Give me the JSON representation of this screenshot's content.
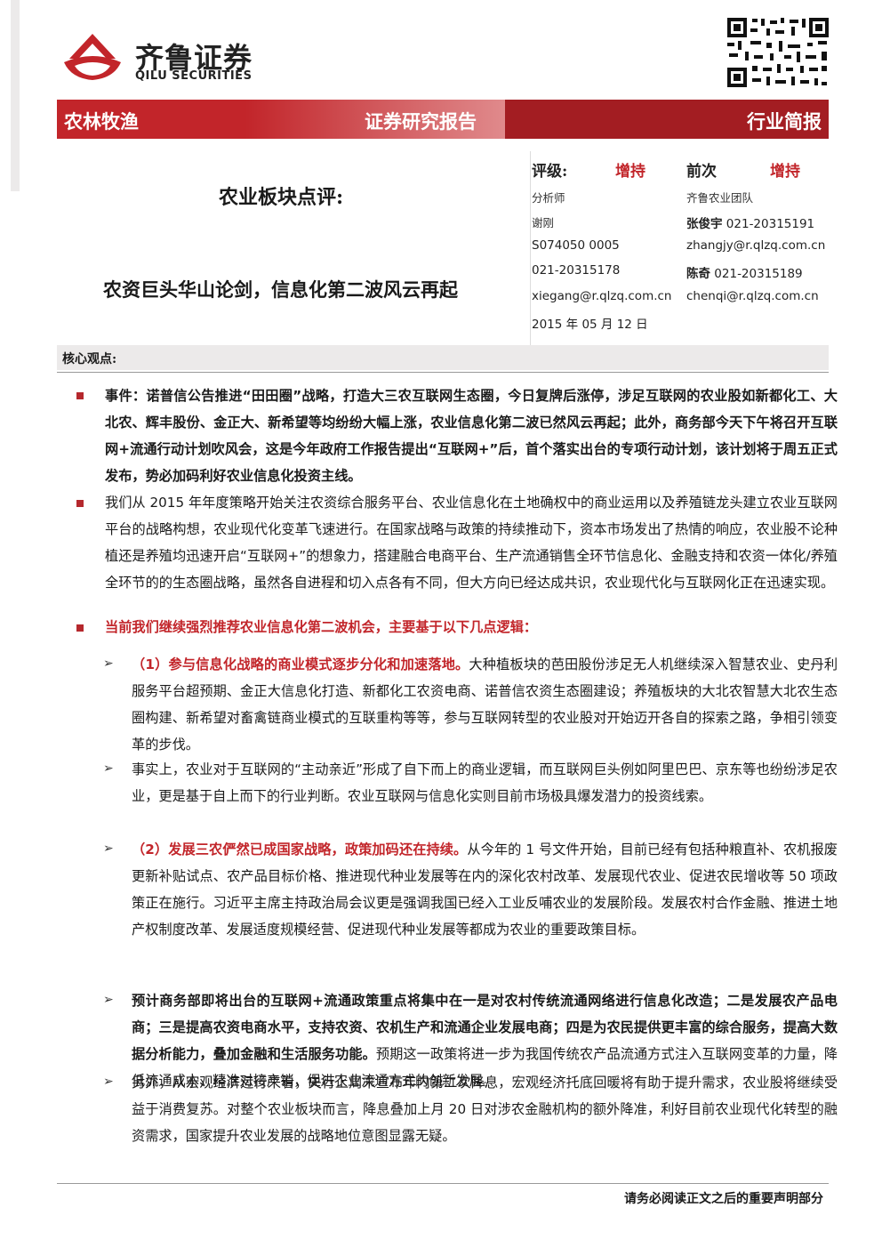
{
  "logo": {
    "name_cn": "齐鲁证券",
    "name_en": "QILU SECURITIES"
  },
  "band": {
    "sector": "农林牧渔",
    "report_type": "证券研究报告",
    "report_kind": "行业简报"
  },
  "title": {
    "main": "农业板块点评:",
    "sub": "农资巨头华山论剑，信息化第二波风云再起"
  },
  "rating": {
    "label": "评级:",
    "value": "增持",
    "prev_label": "前次",
    "prev_value": "增持"
  },
  "analyst": {
    "role": "分析师",
    "name": "谢刚",
    "cert": "S074050  0005",
    "phone": "021-20315178",
    "email": "xiegang@r.qlzq.com.cn",
    "date": "2015 年 05 月 12 日"
  },
  "team": {
    "name": "齐鲁农业团队",
    "m1_name": "张俊宇",
    "m1_phone": "021-20315191",
    "m1_email": "zhangjy@r.qlzq.com.cn",
    "m2_name": "陈奇",
    "m2_phone": "021-20315189",
    "m2_email": "chenqi@r.qlzq.com.cn"
  },
  "core": {
    "label": "核心观点:",
    "p1": "事件：诺普信公告推进“田田圈”战略，打造大三农互联网生态圈，今日复牌后涨停，涉足互联网的农业股如新都化工、大北农、辉丰股份、金正大、新希望等均纷纷大幅上涨，农业信息化第二波已然风云再起；此外，商务部今天下午将召开互联网+流通行动计划吹风会，这是今年政府工作报告提出“互联网+”后，首个落实出台的专项行动计划，该计划将于周五正式发布，势必加码利好农业信息化投资主线。",
    "p2": "我们从 2015 年年度策略开始关注农资综合服务平台、农业信息化在土地确权中的商业运用以及养殖链龙头建立农业互联网平台的战略构想，农业现代化变革飞速进行。在国家战略与政策的持续推动下，资本市场发出了热情的响应，农业股不论种植还是养殖均迅速开启“互联网+”的想象力，搭建融合电商平台、生产流通销售全环节信息化、金融支持和农资一体化/养殖全环节的的生态圈战略，虽然各自进程和切入点各有不同，但大方向已经达成共识，农业现代化与互联网化正在迅速实现。",
    "p3": "当前我们继续强烈推荐农业信息化第二波机会，主要基于以下几点逻辑：",
    "s1_red": "（1）参与信息化战略的商业模式逐步分化和加速落地。",
    "s1_text": "大种植板块的芭田股份涉足无人机继续深入智慧农业、史丹利服务平台超预期、金正大信息化打造、新都化工农资电商、诺普信农资生态圈建设；养殖板块的大北农智慧大北农生态圈构建、新希望对畜禽链商业模式的互联重构等等，参与互联网转型的农业股对开始迈开各自的探索之路，争相引领变革的步伐。",
    "s2_text": "事实上，农业对于互联网的“主动亲近”形成了自下而上的商业逻辑，而互联网巨头例如阿里巴巴、京东等也纷纷涉足农业，更是基于自上而下的行业判断。农业互联网与信息化实则目前市场极具爆发潜力的投资线索。",
    "s3_red": "（2）发展三农俨然已成国家战略，政策加码还在持续。",
    "s3_text": "从今年的 1 号文件开始，目前已经有包括种粮直补、农机报废更新补贴试点、农产品目标价格、推进现代种业发展等在内的深化农村改革、发展现代农业、促进农民增收等 50 项政策正在施行。习近平主席主持政治局会议更是强调我国已经入工业反哺农业的发展阶段。发展农村合作金融、推进土地产权制度改革、发展适度规模经营、促进现代种业发展等都成为农业的重要政策目标。",
    "s4_bold": "预计商务部即将出台的互联网+流通政策重点将集中在一是对农村传统流通网络进行信息化改造；二是发展农产品电商；三是提高农资电商水平，支持农资、农机生产和流通企业发展电商；四是为农民提供更丰富的综合服务，提高大数据分析能力，叠加金融和生活服务功能。",
    "s4_text": "预期这一政策将进一步为我国传统农产品流通方式注入互联网变革的力量，降低流通成本、精准对接产销，促进农业流通方式的创新发展。",
    "s5_text": "另外，从宏观经济运行来看，央行上周末宣布年内第二次降息，宏观经济托底回暖将有助于提升需求，农业股将继续受益于消费复苏。对整个农业板块而言，降息叠加上月 20 日对涉农金融机构的额外降准，利好目前农业现代化转型的融资需求，国家提升农业发展的战略地位意图显露无疑。"
  },
  "footer": {
    "notice": "请务必阅读正文之后的重要声明部分"
  },
  "colors": {
    "brand_red": "#c2252a",
    "band_dark": "#a31d22"
  }
}
